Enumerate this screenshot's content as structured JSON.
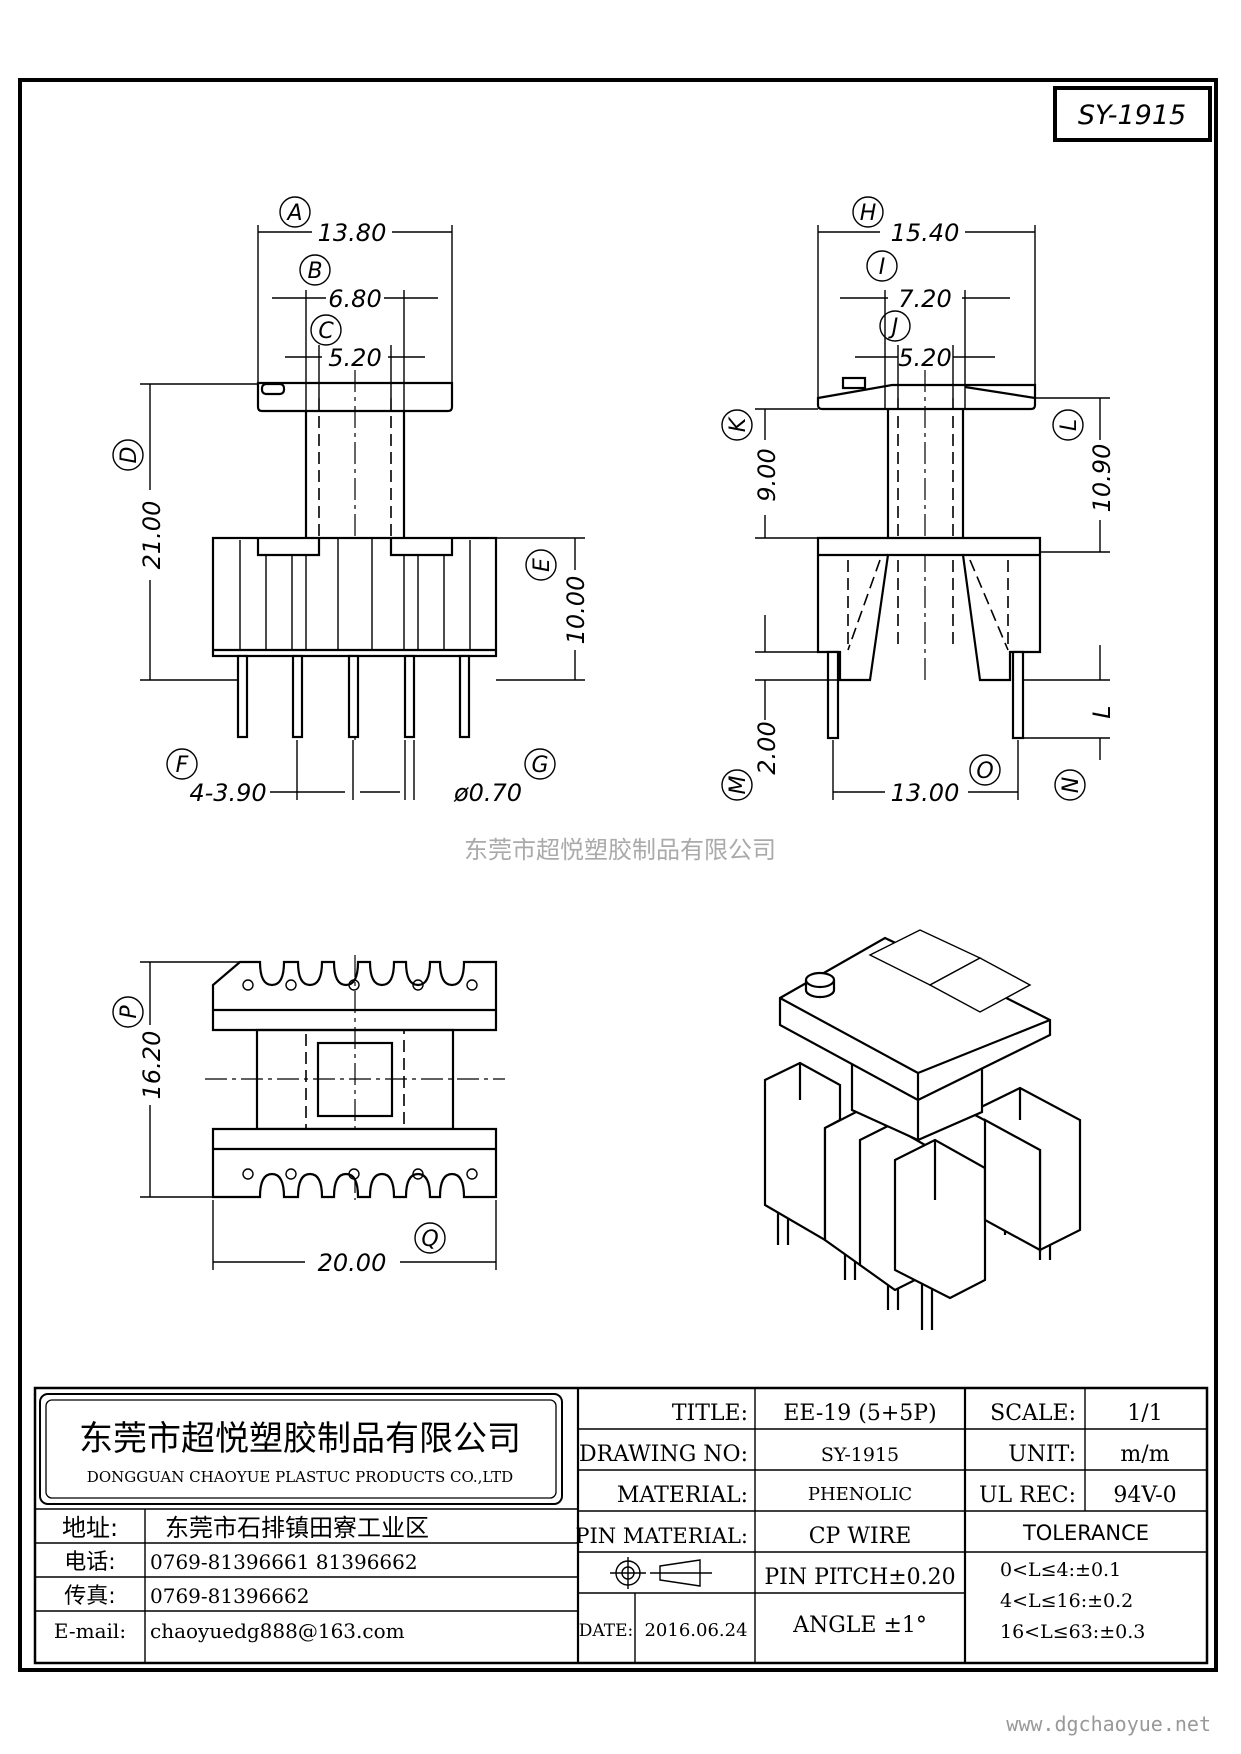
{
  "part_code": "SY-1915",
  "watermark": "东莞市超悦塑胶制品有限公司",
  "website": "www.dgchaoyue.net",
  "front_view": {
    "A": {
      "letter": "A",
      "value": "13.80"
    },
    "B": {
      "letter": "B",
      "value": "6.80"
    },
    "C": {
      "letter": "C",
      "value": "5.20"
    },
    "D": {
      "letter": "D",
      "value": "21.00"
    },
    "E": {
      "letter": "E",
      "value": "10.00"
    },
    "F": {
      "letter": "F",
      "value": "4-3.90"
    },
    "G": {
      "letter": "G",
      "value": "ø0.70"
    }
  },
  "side_view": {
    "H": {
      "letter": "H",
      "value": "15.40"
    },
    "I": {
      "letter": "I",
      "value": "7.20"
    },
    "J": {
      "letter": "J",
      "value": "5.20"
    },
    "K": {
      "letter": "K",
      "value": "9.00"
    },
    "L": {
      "letter": "L",
      "value": "10.90"
    },
    "M": {
      "letter": "M",
      "value": "2.00"
    },
    "N": {
      "letter": "N",
      "value": "L"
    },
    "O": {
      "letter": "O",
      "value": "13.00"
    }
  },
  "top_view": {
    "P": {
      "letter": "P",
      "value": "16.20"
    },
    "Q": {
      "letter": "Q",
      "value": "20.00"
    }
  },
  "title_block": {
    "company_cn": "东莞市超悦塑胶制品有限公司",
    "company_en": "DONGGUAN CHAOYUE PLASTUC PRODUCTS CO.,LTD",
    "address_label": "地址:",
    "address": "东莞市石排镇田寮工业区",
    "phone_label": "电话:",
    "phone": "0769-81396661  81396662",
    "fax_label": "传真:",
    "fax": "0769-81396662",
    "email_label": "E-mail:",
    "email": "chaoyuedg888@163.com",
    "title_label": "TITLE:",
    "title": "EE-19 (5+5P)",
    "drawing_no_label": "DRAWING NO:",
    "drawing_no": "SY-1915",
    "material_label": "MATERIAL:",
    "material": "PHENOLIC",
    "pin_material_label": "PIN MATERIAL:",
    "pin_material": "CP WIRE",
    "date_label": "DATE:",
    "date": "2016.06.24",
    "pin_pitch": "PIN PITCH±0.20",
    "angle": "ANGLE ±1°",
    "scale_label": "SCALE:",
    "scale": "1/1",
    "unit_label": "UNIT:",
    "unit": "m/m",
    "ul_rec_label": "UL REC:",
    "ul_rec": "94V-0",
    "tolerance_label": "TOLERANCE",
    "tolerance": [
      "0<L≤4:±0.1",
      "4<L≤16:±0.2",
      "16<L≤63:±0.3"
    ]
  }
}
